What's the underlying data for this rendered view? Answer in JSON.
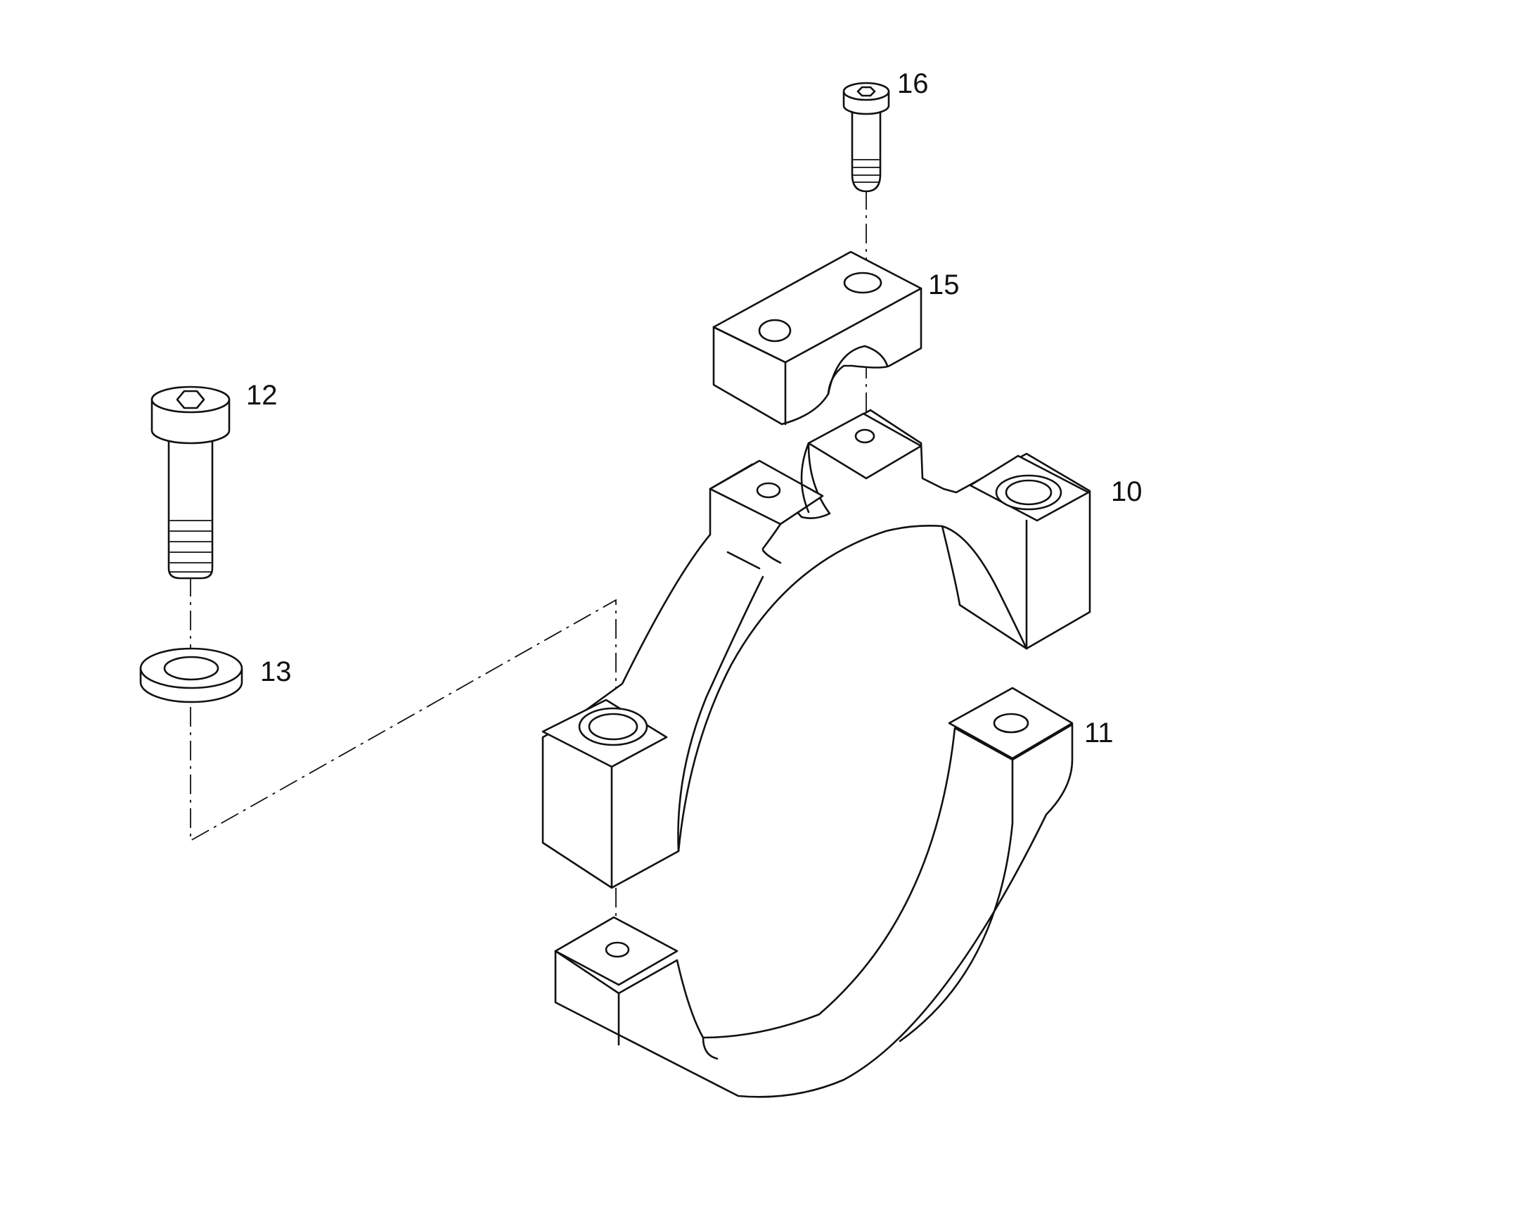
{
  "callouts": [
    {
      "id": "c16",
      "label": "16"
    },
    {
      "id": "c15",
      "label": "15"
    },
    {
      "id": "c12",
      "label": "12"
    },
    {
      "id": "c10",
      "label": "10"
    },
    {
      "id": "c13",
      "label": "13"
    },
    {
      "id": "c11",
      "label": "11"
    }
  ],
  "parts": [
    {
      "callout": "16",
      "part": "small-cap-screw"
    },
    {
      "callout": "15",
      "part": "clamp-cap-block"
    },
    {
      "callout": "12",
      "part": "socket-head-cap-screw"
    },
    {
      "callout": "13",
      "part": "washer"
    },
    {
      "callout": "10",
      "part": "upper-clamp-half"
    },
    {
      "callout": "11",
      "part": "lower-clamp-half"
    }
  ]
}
